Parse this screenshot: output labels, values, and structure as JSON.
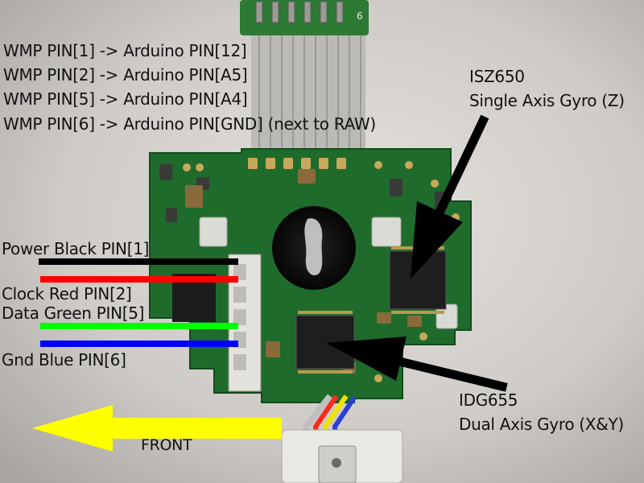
{
  "wiring_notes": [
    "WMP PIN[1] -> Arduino PIN[12]",
    "WMP PIN[2] -> Arduino PIN[A5]",
    "WMP PIN[5] -> Arduino PIN[A4]",
    "WMP PIN[6] -> Arduino PIN[GND] (next to RAW)"
  ],
  "gyro_z": {
    "name": "ISZ650",
    "description": "Single Axis Gyro (Z)"
  },
  "gyro_xy": {
    "name": "IDG655",
    "description": "Dual Axis Gyro (X&Y)"
  },
  "wires": {
    "power": {
      "label": "Power Black PIN[1]",
      "color": "#000000"
    },
    "clock": {
      "label": "Clock Red PIN[2]",
      "color": "#ff0000"
    },
    "data": {
      "label": "Data Green PIN[5]",
      "color": "#00ff00"
    },
    "gnd": {
      "label": "Gnd Blue PIN[6]",
      "color": "#0000ff"
    }
  },
  "front_label": "FRONT",
  "colors": {
    "pcb": "#1f6b2c",
    "front_arrow": "#ffff00",
    "pointer_arrow": "#000000"
  },
  "connector_pin_number": "6"
}
